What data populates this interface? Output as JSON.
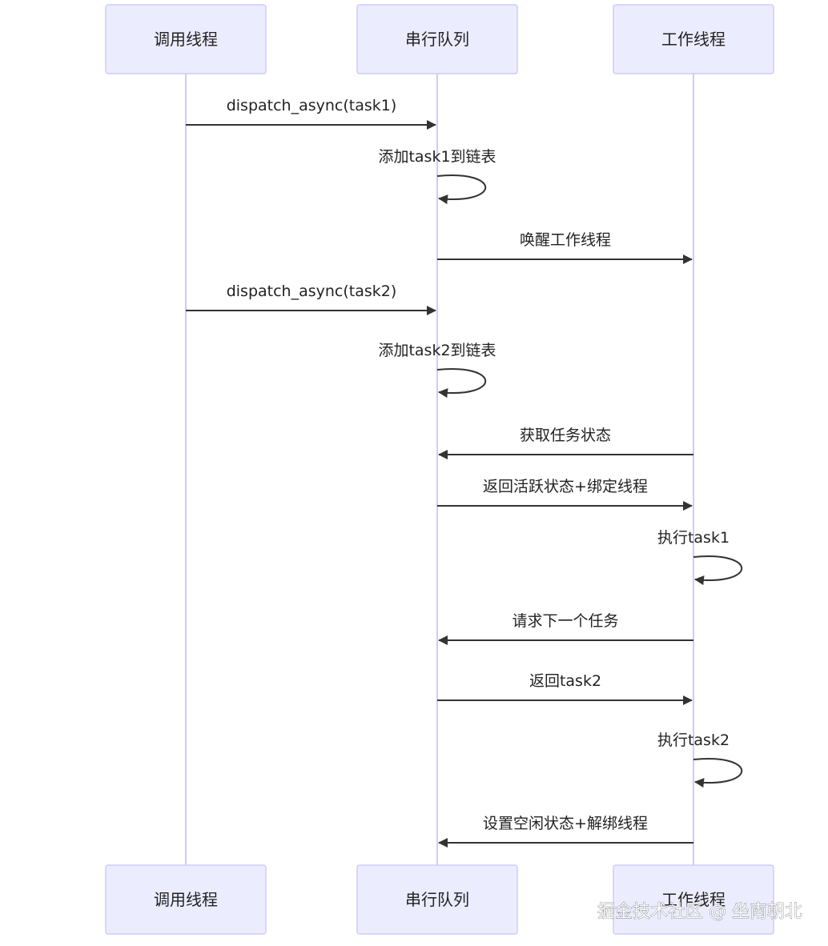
{
  "participants": [
    {
      "id": "caller",
      "label": "调用线程"
    },
    {
      "id": "queue",
      "label": "串行队列"
    },
    {
      "id": "worker",
      "label": "工作线程"
    }
  ],
  "messages": [
    {
      "from": "caller",
      "to": "queue",
      "label": "dispatch_async(task1)"
    },
    {
      "from": "queue",
      "to": "queue",
      "label": "添加task1到链表"
    },
    {
      "from": "queue",
      "to": "worker",
      "label": "唤醒工作线程"
    },
    {
      "from": "caller",
      "to": "queue",
      "label": "dispatch_async(task2)"
    },
    {
      "from": "queue",
      "to": "queue",
      "label": "添加task2到链表"
    },
    {
      "from": "worker",
      "to": "queue",
      "label": "获取任务状态"
    },
    {
      "from": "queue",
      "to": "worker",
      "label": "返回活跃状态+绑定线程"
    },
    {
      "from": "worker",
      "to": "worker",
      "label": "执行task1"
    },
    {
      "from": "worker",
      "to": "queue",
      "label": "请求下一个任务"
    },
    {
      "from": "queue",
      "to": "worker",
      "label": "返回task2"
    },
    {
      "from": "worker",
      "to": "worker",
      "label": "执行task2"
    },
    {
      "from": "worker",
      "to": "queue",
      "label": "设置空闲状态+解绑线程"
    }
  ],
  "watermark": "掘金技术社区 @ 坐南朝北",
  "colors": {
    "actor_fill": "#ECECFF",
    "actor_stroke": "#CCCCFF",
    "lifeline": "#CCCCFF",
    "arrow": "#333333",
    "text": "#222222"
  }
}
